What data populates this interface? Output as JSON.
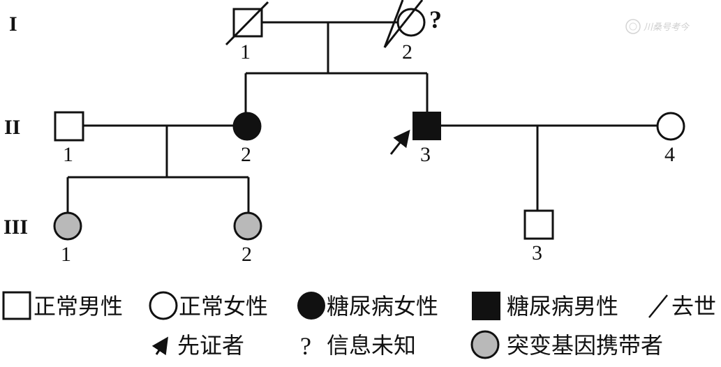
{
  "colors": {
    "line": "#111111",
    "affected": "#111111",
    "carrier": "#b9b9b9",
    "normal": "#ffffff"
  },
  "generations": [
    {
      "label": "I"
    },
    {
      "label": "II"
    },
    {
      "label": "III"
    }
  ],
  "individuals": {
    "I1": {
      "number": "1",
      "sex": "male",
      "status": "normal",
      "deceased": true
    },
    "I2": {
      "number": "2",
      "sex": "female",
      "status": "normal",
      "deceased": true,
      "info_unknown": true,
      "info_unknown_mark": "?"
    },
    "II1": {
      "number": "1",
      "sex": "male",
      "status": "normal"
    },
    "II2": {
      "number": "2",
      "sex": "female",
      "status": "affected"
    },
    "II3": {
      "number": "3",
      "sex": "male",
      "status": "affected",
      "proband": true
    },
    "II4": {
      "number": "4",
      "sex": "female",
      "status": "normal"
    },
    "III1": {
      "number": "1",
      "sex": "female",
      "status": "carrier"
    },
    "III2": {
      "number": "2",
      "sex": "female",
      "status": "carrier"
    },
    "III3": {
      "number": "3",
      "sex": "male",
      "status": "normal"
    }
  },
  "legend": {
    "normal_male": "正常男性",
    "normal_female": "正常女性",
    "affected_female": "糖尿病女性",
    "affected_male": "糖尿病男性",
    "deceased": "去世",
    "proband": "先证者",
    "unknown_mark": "?",
    "unknown": "信息未知",
    "carrier": "突变基因携带者"
  },
  "watermark": {
    "text": "川桑号考今",
    "icon": "seal-logo-icon"
  }
}
